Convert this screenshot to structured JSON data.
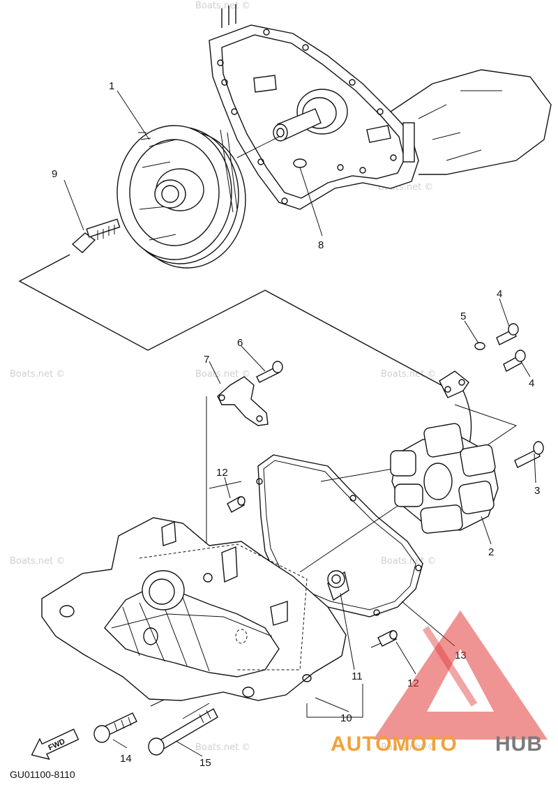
{
  "parts": [
    {
      "id": "part-1",
      "label": "1"
    },
    {
      "id": "part-2",
      "label": "2"
    },
    {
      "id": "part-3",
      "label": "3"
    },
    {
      "id": "part-4a",
      "label": "4"
    },
    {
      "id": "part-4b",
      "label": "4"
    },
    {
      "id": "part-5",
      "label": "5"
    },
    {
      "id": "part-6",
      "label": "6"
    },
    {
      "id": "part-7",
      "label": "7"
    },
    {
      "id": "part-8",
      "label": "8"
    },
    {
      "id": "part-9",
      "label": "9"
    },
    {
      "id": "part-10",
      "label": "10"
    },
    {
      "id": "part-11",
      "label": "11"
    },
    {
      "id": "part-12a",
      "label": "12"
    },
    {
      "id": "part-12b",
      "label": "12"
    },
    {
      "id": "part-13",
      "label": "13"
    },
    {
      "id": "part-14",
      "label": "14"
    },
    {
      "id": "part-15",
      "label": "15"
    }
  ],
  "watermark_text": "Boats.net ©",
  "fwd_label": "FWD",
  "diagram_code": "GU01100-8110",
  "logo": {
    "part1": "AUTOMOTO",
    "part2": "HUB",
    "colors": {
      "orange": "#f2a13a",
      "gray": "#7a7a7a",
      "red": "#e23a3a"
    }
  }
}
